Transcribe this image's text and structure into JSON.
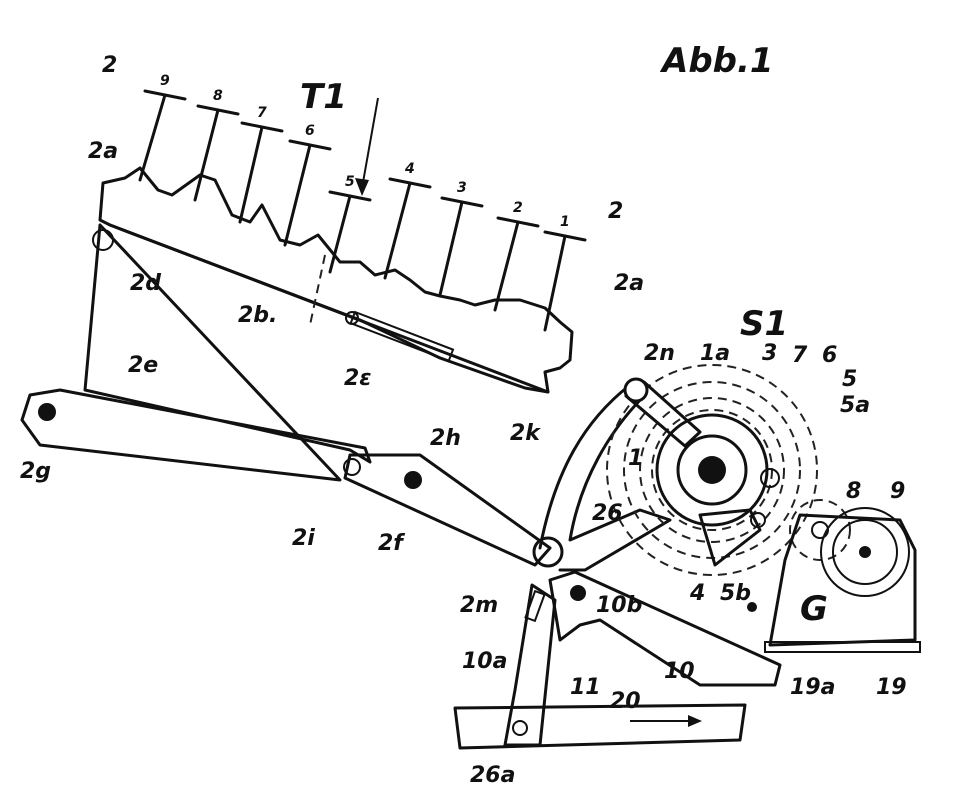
{
  "figure": {
    "title": "Abb.1",
    "group_keyboard": "T1",
    "group_mechanism": "S1",
    "block_g": "G"
  },
  "key_numbers": [
    "9",
    "8",
    "7",
    "6",
    "5",
    "4",
    "3",
    "2",
    "1"
  ],
  "labels": {
    "l_2_top": "2",
    "l_2_right": "2",
    "l_2a_left": "2a",
    "l_2a_right": "2a",
    "l_2b": "2b.",
    "l_2d": "2d",
    "l_2e_spring": "2ɛ",
    "l_2e": "2e",
    "l_2g": "2g",
    "l_2h": "2h",
    "l_2i": "2i",
    "l_2f": "2f",
    "l_2k": "2k",
    "l_2m": "2m",
    "l_2n": "2n",
    "l_1a": "1a",
    "l_1": "1",
    "l_3": "3",
    "l_7": "7",
    "l_6": "6",
    "l_5": "5",
    "l_5a": "5a",
    "l_5b": "5b",
    "l_4": "4",
    "l_26": "26",
    "l_26a": "26a",
    "l_10": "10",
    "l_10a": "10a",
    "l_10b": "10b",
    "l_11": "11",
    "l_20": "20",
    "l_8": "8",
    "l_9": "9",
    "l_19": "19",
    "l_19a": "19a"
  }
}
